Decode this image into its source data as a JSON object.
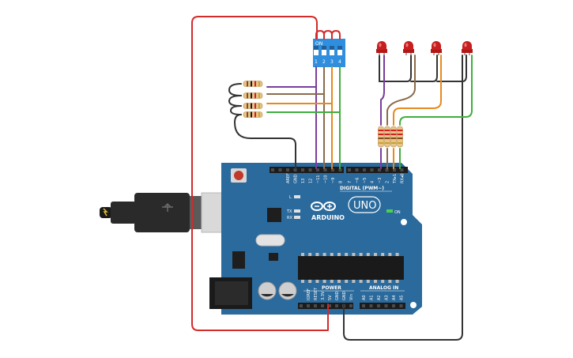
{
  "board": {
    "logo_text": "ARDUINO",
    "model": "UNO",
    "on_label": "ON",
    "digital_header": "DIGITAL (PWM~)",
    "power_header": "POWER",
    "analog_header": "ANALOG IN",
    "led_l": "L",
    "led_tx": "TX",
    "led_rx": "RX",
    "top_pins": [
      "AREF",
      "GND",
      "13",
      "12",
      "~11",
      "~10",
      "~9",
      "8",
      "7",
      "~6",
      "~5",
      "4",
      "~3",
      "2",
      "TX▸1",
      "RX◂0"
    ],
    "power_pins": [
      "IOREF",
      "RESET",
      "3.3V",
      "5V",
      "GND",
      "GND",
      "Vin"
    ],
    "analog_pins": [
      "A0",
      "A1",
      "A2",
      "A3",
      "A4",
      "A5"
    ]
  },
  "dip_switch": {
    "on_label": "ON",
    "numbers": [
      "1",
      "2",
      "3",
      "4"
    ]
  },
  "colors": {
    "board": "#2b6a9c",
    "wire_red": "#d42a2a",
    "wire_purple": "#7b3c9c",
    "wire_orange": "#e58a1f",
    "wire_green": "#3fae3f",
    "wire_black": "#333333",
    "wire_brown": "#8b6a4a",
    "led_red": "#c81e1e",
    "dip_blue": "#2f8fde"
  }
}
